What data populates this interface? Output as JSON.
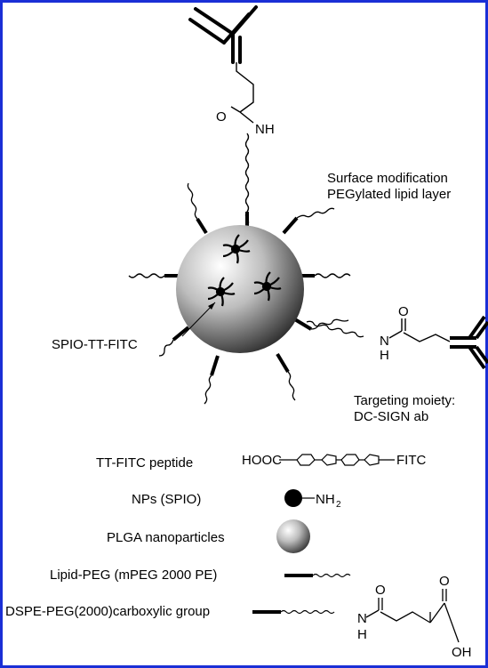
{
  "diagram": {
    "border_color": "#1a2fd6",
    "callouts": {
      "surface_line1": "Surface modification",
      "surface_line2": "PEGylated lipid layer",
      "spio": "SPIO-TT-FITC",
      "targeting_line1": "Targeting moiety:",
      "targeting_line2": "DC-SIGN ab"
    },
    "chem_atoms": {
      "top_o": "O",
      "top_nh": "NH",
      "right_o": "O",
      "right_n": "N",
      "right_h": "H"
    },
    "legend": [
      {
        "label": "TT-FITC peptide",
        "left_text": "HOOC",
        "right_text": "FITC"
      },
      {
        "label": "NPs (SPIO)",
        "amine": "NH",
        "amine_sub": "2"
      },
      {
        "label": "PLGA nanoparticles"
      },
      {
        "label": "Lipid-PEG (mPEG 2000 PE)"
      },
      {
        "label": "DSPE-PEG(2000)carboxylic group",
        "n": "N",
        "h": "H",
        "o1": "O",
        "o2": "O",
        "oh": "OH"
      }
    ],
    "icons": [
      "antibody-icon",
      "spio-core-icon",
      "plga-sphere-icon",
      "peg-chain-icon"
    ]
  }
}
